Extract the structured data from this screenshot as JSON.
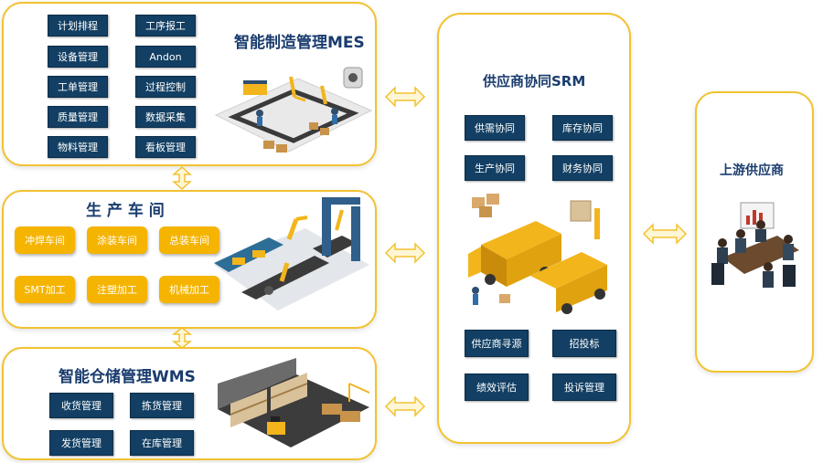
{
  "mes": {
    "title": "智能制造管理MES",
    "buttons": [
      "计划排程",
      "工序报工",
      "设备管理",
      "Andon",
      "工单管理",
      "过程控制",
      "质量管理",
      "数据采集",
      "物料管理",
      "看板管理"
    ]
  },
  "workshop": {
    "title": "生 产 车 间",
    "buttons": [
      "冲焊车间",
      "涂装车间",
      "总装车间",
      "SMT加工",
      "注塑加工",
      "机械加工"
    ]
  },
  "wms": {
    "title": "智能仓储管理WMS",
    "buttons": [
      "收货管理",
      "拣货管理",
      "发货管理",
      "在库管理"
    ]
  },
  "srm": {
    "title": "供应商协同SRM",
    "buttons": [
      "供需协同",
      "库存协同",
      "生产协同",
      "财务协同",
      "供应商寻源",
      "招投标",
      "绩效评估",
      "投诉管理"
    ]
  },
  "upstream": {
    "title": "上游供应商"
  },
  "colors": {
    "accent": "#f2c230",
    "navy": "#123f63",
    "yellow_button": "#f5b400",
    "title_text": "#1a3c6e"
  }
}
